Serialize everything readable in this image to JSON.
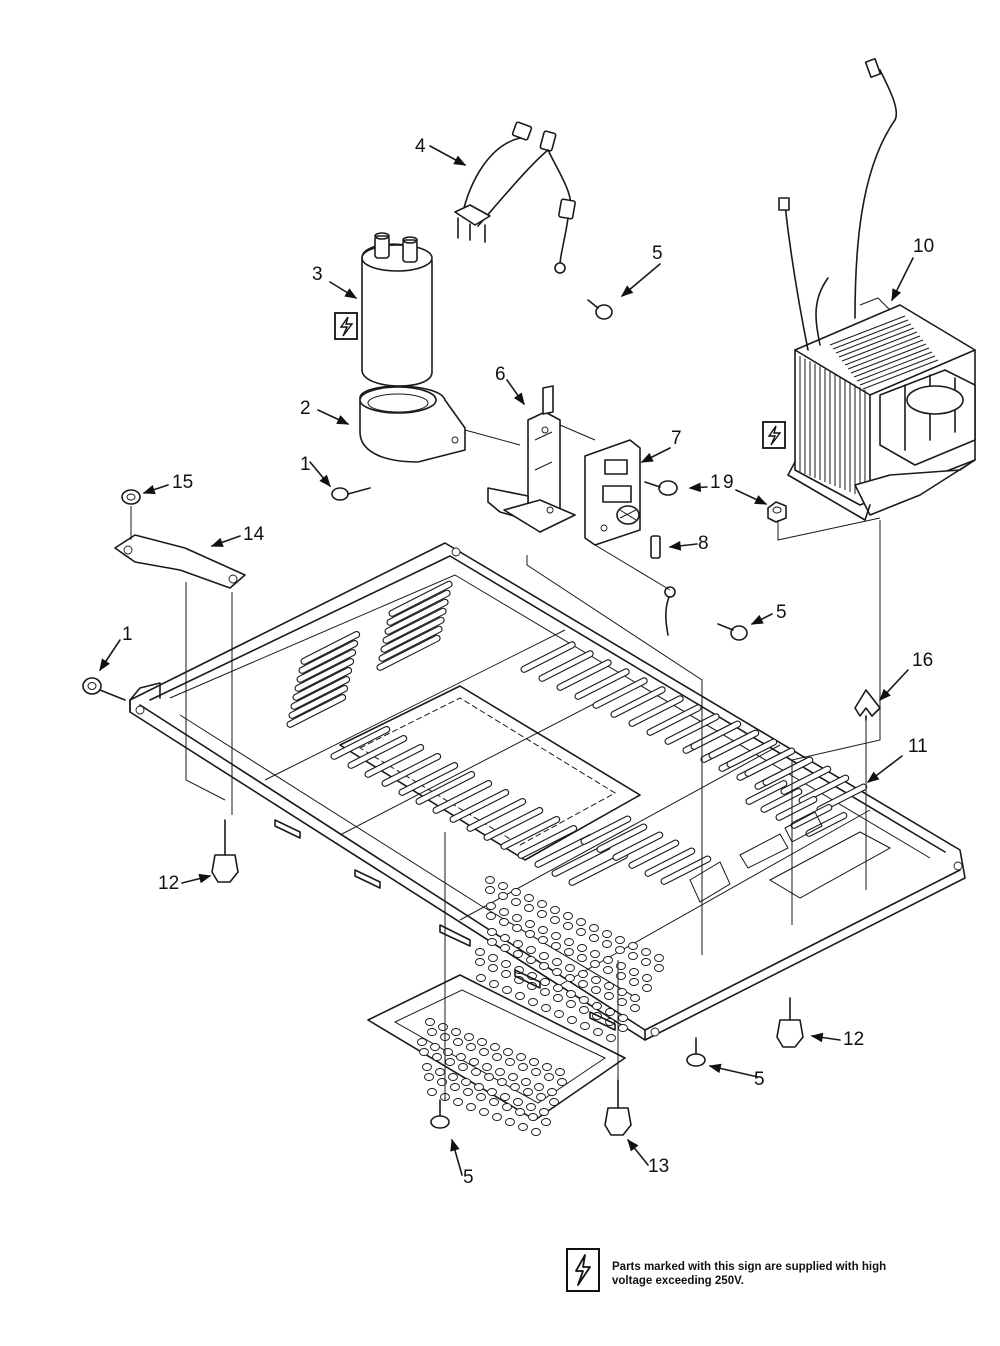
{
  "callouts": {
    "c1a": "1",
    "c1b": "1",
    "c1c": "1",
    "c2": "2",
    "c3": "3",
    "c4": "4",
    "c5a": "5",
    "c5b": "5",
    "c5c": "5",
    "c5d": "5",
    "c6": "6",
    "c7": "7",
    "c8": "8",
    "c9": "9",
    "c10": "10",
    "c11": "11",
    "c12a": "12",
    "c12b": "12",
    "c13": "13",
    "c14": "14",
    "c15": "15",
    "c16": "16"
  },
  "note": {
    "text": "Parts marked with this sign are supplied with high voltage exceeding 250V.",
    "icon": "high-voltage-icon"
  },
  "colors": {
    "ink": "#1a1a1a",
    "paper": "#ffffff"
  }
}
